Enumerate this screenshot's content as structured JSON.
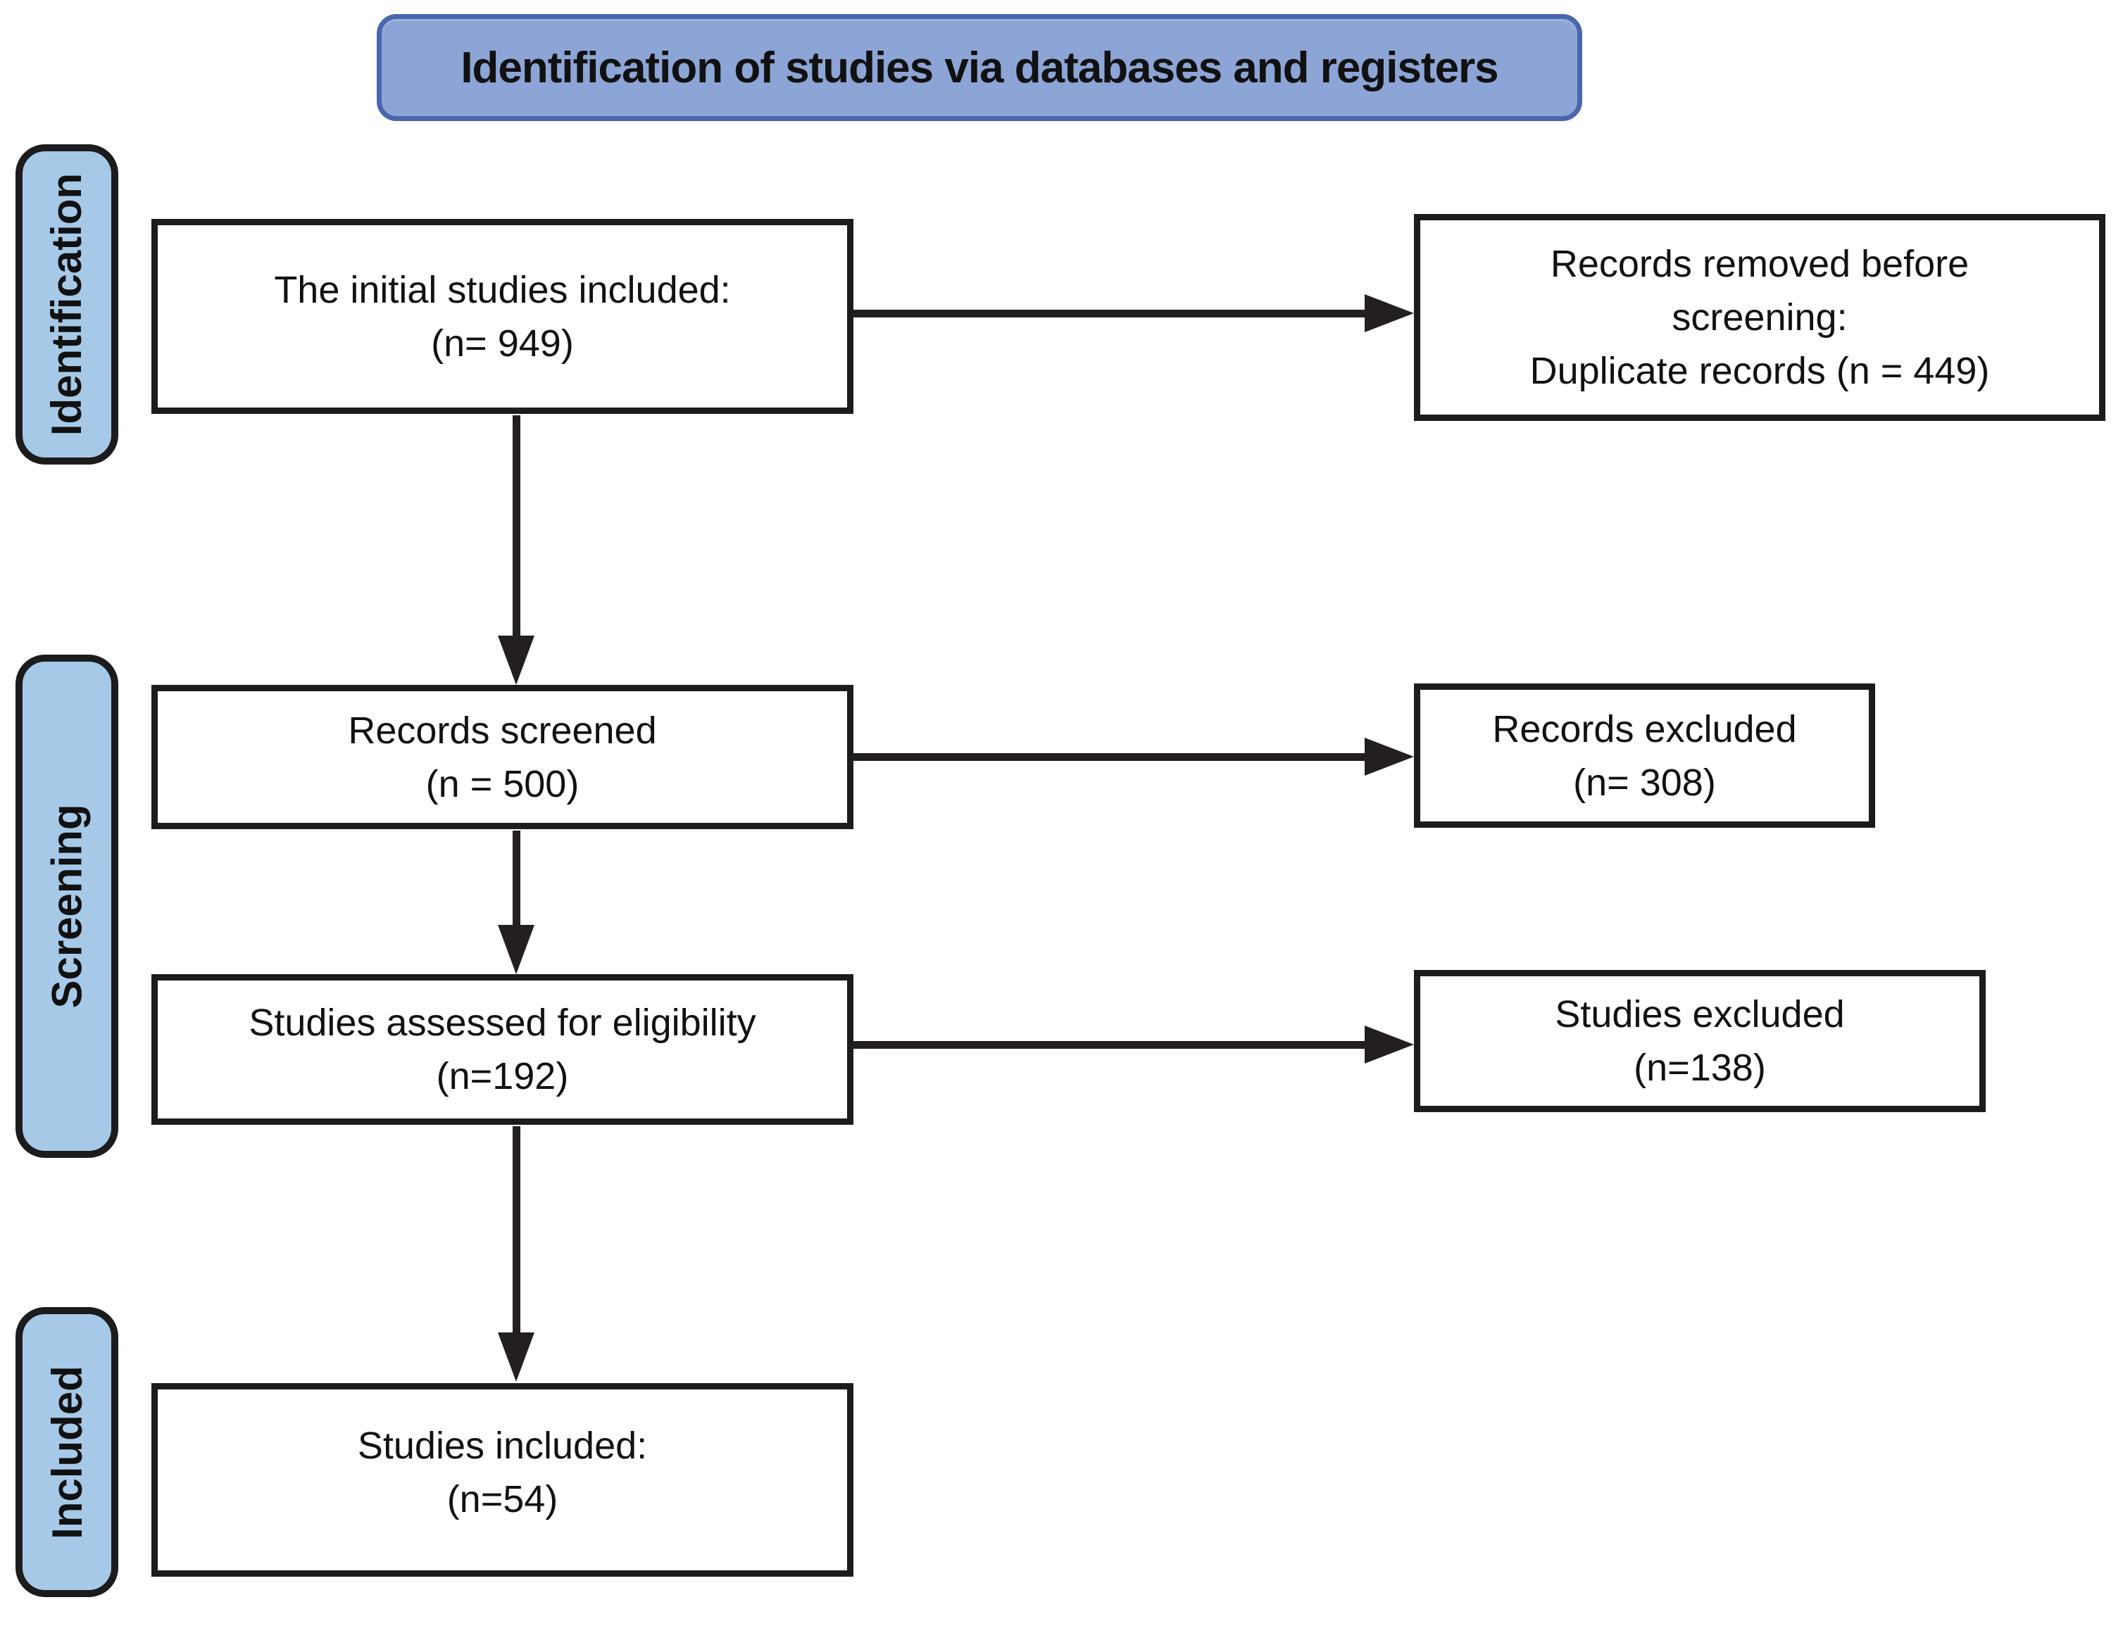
{
  "header": {
    "title": "Identification of studies via databases and registers"
  },
  "stages": [
    {
      "label": "Identification"
    },
    {
      "label": "Screening"
    },
    {
      "label": "Included"
    }
  ],
  "boxes": {
    "initial": {
      "lines": [
        "The initial studies included:",
        "(n= 949)"
      ]
    },
    "removed": {
      "lines": [
        "Records removed before",
        "screening:",
        "Duplicate records (n = 449)"
      ]
    },
    "screened": {
      "lines": [
        "Records screened",
        "(n = 500)"
      ]
    },
    "records_excluded": {
      "lines": [
        "Records excluded",
        "(n= 308)"
      ]
    },
    "assessed": {
      "lines": [
        "Studies assessed for eligibility",
        "(n=192)"
      ]
    },
    "studies_excluded": {
      "lines": [
        "Studies excluded",
        "(n=138)"
      ]
    },
    "included": {
      "lines": [
        "Studies included:",
        "(n=54)"
      ]
    }
  },
  "colors": {
    "header_fill": "#8CA5D6",
    "header_border": "#4A67AE",
    "stage_fill": "#A6C9E8",
    "outline": "#1C1C1C",
    "arrow": "#231F20",
    "text": "#111111",
    "bg": "#FFFFFF"
  }
}
